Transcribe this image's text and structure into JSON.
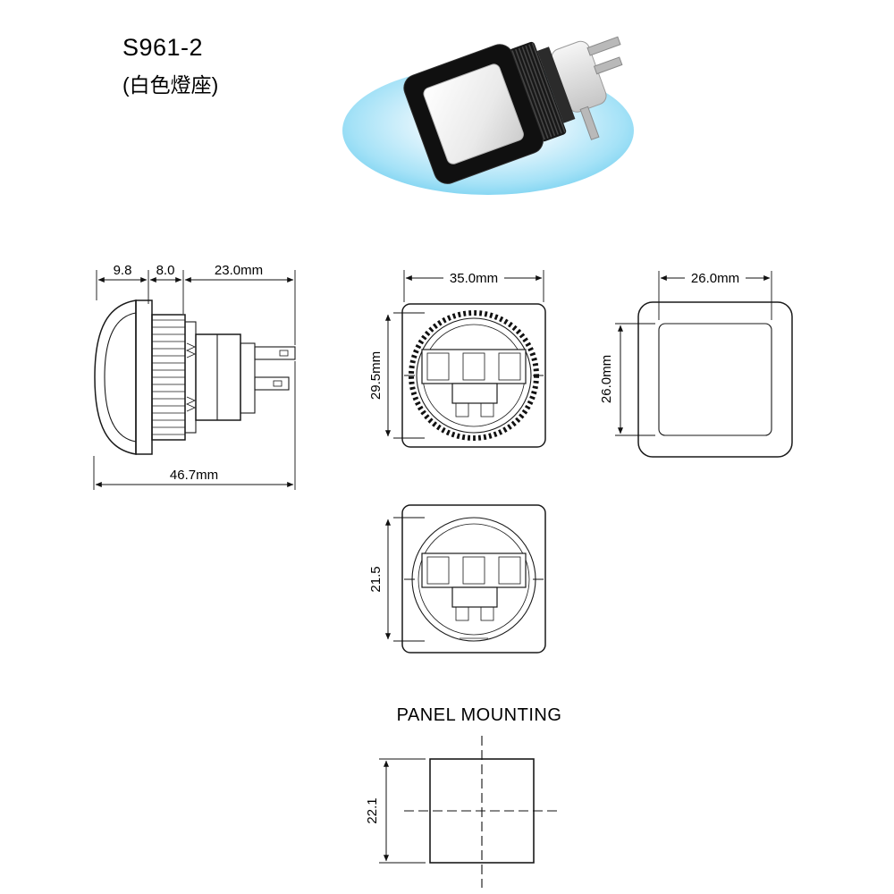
{
  "title": {
    "model": "S961-2",
    "subtitle": "(白色燈座)"
  },
  "side_view": {
    "dim_cap_width": "9.8",
    "dim_thread_width": "8.0",
    "dim_body_width": "23.0mm",
    "dim_total_length": "46.7mm"
  },
  "front_view": {
    "dim_width": "35.0mm",
    "dim_height": "29.5mm"
  },
  "face_view": {
    "dim_width": "26.0mm",
    "dim_height": "26.0mm"
  },
  "back_view": {
    "dim_height": "21.5"
  },
  "panel_mounting": {
    "heading": "PANEL MOUNTING",
    "dim_cutout": "22.1"
  }
}
